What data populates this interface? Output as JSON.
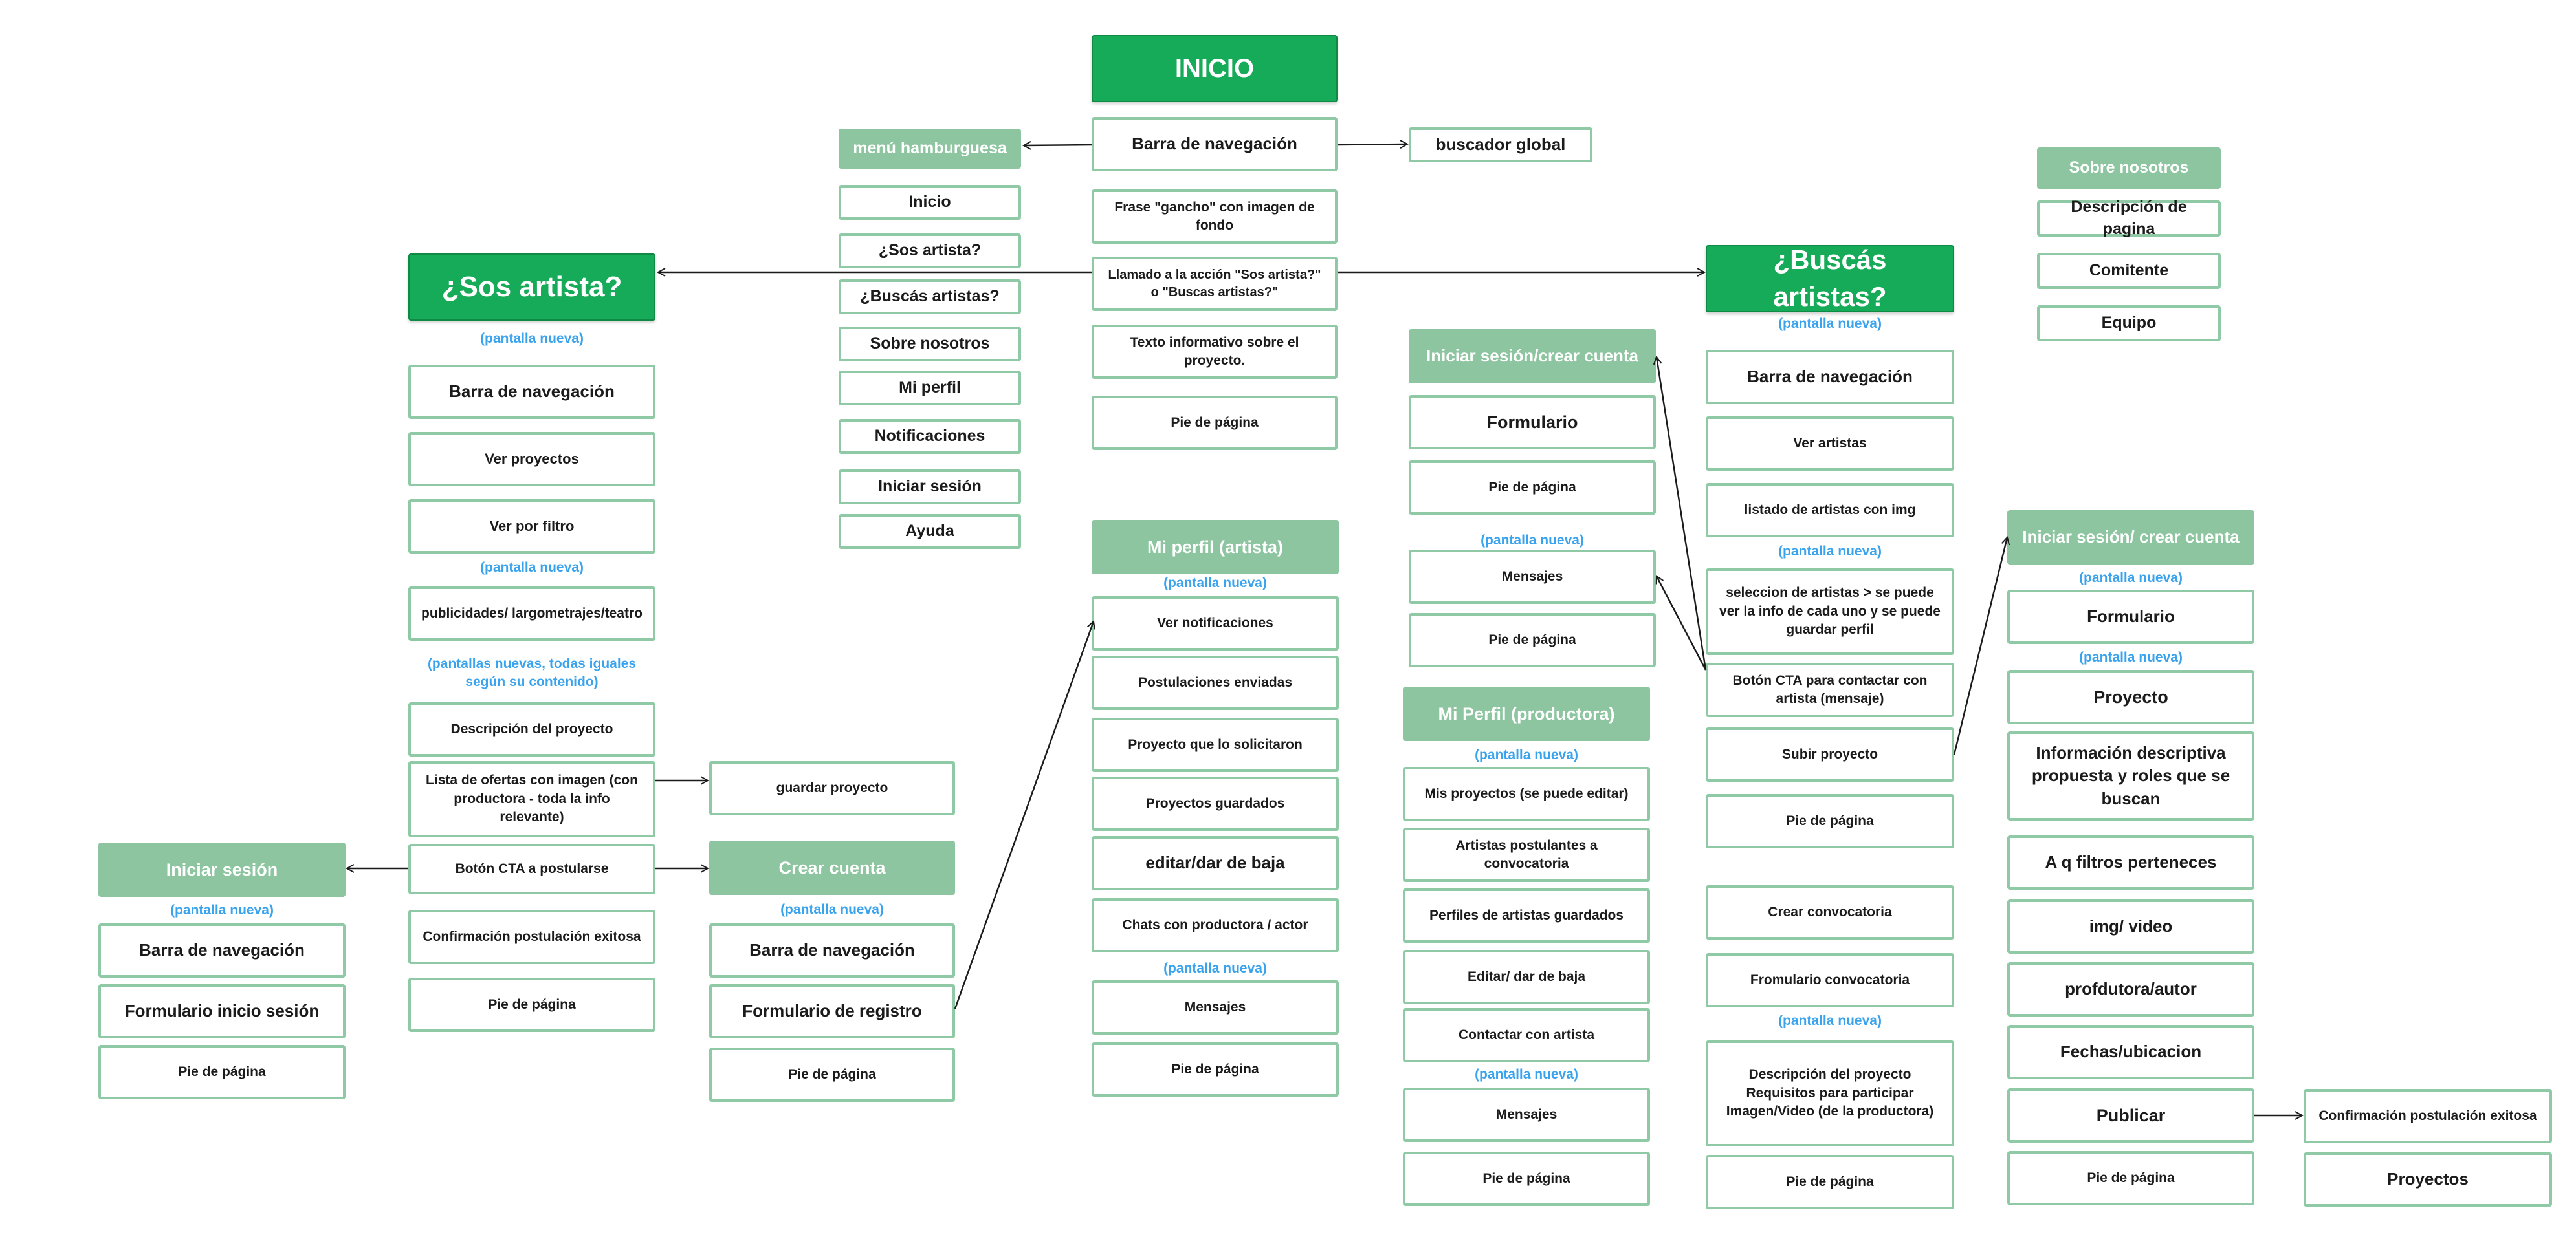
{
  "colors": {
    "head_dark": "#16ab58",
    "head_light": "#8cc59f",
    "box_border": "#8fc9a5",
    "note": "#3aa3ee",
    "arrow": "#1b1b1b"
  },
  "inicio": {
    "title": "INICIO",
    "items": [
      "Barra de navegación",
      "Frase \"gancho\" con imagen de fondo",
      "Llamado a la acción \"Sos artista?\" o \"Buscas artistas?\"",
      "Texto informativo sobre el proyecto.",
      "Pie de página"
    ],
    "search": "buscador global"
  },
  "menu": {
    "title": "menú hamburguesa",
    "items": [
      "Inicio",
      "¿Sos artista?",
      "¿Buscás artistas?",
      "Sobre nosotros",
      "Mi perfil",
      "Notificaciones",
      "Iniciar sesión",
      "Ayuda"
    ]
  },
  "about": {
    "title": "Sobre nosotros",
    "items": [
      "Descripción de pagina",
      "Comitente",
      "Equipo"
    ]
  },
  "sos_artista": {
    "title": "¿Sos artista?",
    "note_new": "(pantalla nueva)",
    "items_a": [
      "Barra de navegación",
      "Ver proyectos",
      "Ver por filtro"
    ],
    "note_new_2": "(pantalla nueva)",
    "category": "publicidades/ largometrajes/teatro",
    "note_many": "(pantallas nuevas, todas iguales según su contenido)",
    "items_b": [
      "Descripción del proyecto",
      "Lista de ofertas con imagen (con productora - toda la info relevante)",
      "Botón CTA a postularse",
      "Confirmación postulación exitosa",
      "Pie de página"
    ],
    "save": "guardar proyecto"
  },
  "login_left": {
    "title": "Iniciar sesión",
    "note": "(pantalla nueva)",
    "items": [
      "Barra de navegación",
      "Formulario inicio sesión",
      "Pie de página"
    ]
  },
  "crear_cuenta": {
    "title": "Crear cuenta",
    "note": "(pantalla nueva)",
    "items": [
      "Barra de navegación",
      "Formulario de registro",
      "Pie de página"
    ]
  },
  "perfil_artista": {
    "title": "Mi perfil (artista)",
    "note": "(pantalla nueva)",
    "items": [
      "Ver notificaciones",
      "Postulaciones enviadas",
      "Proyecto que lo solicitaron",
      "Proyectos guardados",
      "editar/dar de baja",
      "Chats con productora / actor"
    ],
    "note_2": "(pantalla nueva)",
    "items_b": [
      "Mensajes",
      "Pie de página"
    ]
  },
  "login_center": {
    "title": "Iniciar sesión/crear cuenta",
    "items": [
      "Formulario",
      "Pie de página"
    ],
    "note": "(pantalla nueva)",
    "items_b": [
      "Mensajes",
      "Pie de página"
    ]
  },
  "perfil_productora": {
    "title": "Mi Perfil (productora)",
    "note": "(pantalla nueva)",
    "items": [
      "Mis proyectos (se puede editar)",
      "Artistas postulantes a convocatoria",
      "Perfiles de artistas guardados",
      "Editar/ dar de baja",
      "Contactar con artista"
    ],
    "note_2": "(pantalla nueva)",
    "items_b": [
      "Mensajes",
      "Pie de página"
    ]
  },
  "buscas": {
    "title": "¿Buscás artistas?",
    "note": "(pantalla nueva)",
    "items_a": [
      "Barra de navegación",
      "Ver artistas",
      "listado de artistas con img"
    ],
    "note_2": "(pantalla nueva)",
    "items_b": [
      "seleccion de artistas > se puede ver la info de cada uno y se puede guardar perfil",
      "Botón CTA para contactar con artista (mensaje)",
      "Subir proyecto",
      "Pie de página"
    ],
    "items_c": [
      "Crear convocatoria",
      "Fromulario convocatoria"
    ],
    "note_3": "(pantalla nueva)",
    "items_d": [
      "Descripción del proyecto Requisitos para participar Imagen/Video (de la productora)",
      "Pie de página"
    ]
  },
  "login_right": {
    "title": "Iniciar sesión/ crear cuenta",
    "note": "(pantalla nueva)",
    "form": "Formulario",
    "note_2": "(pantalla nueva)",
    "items": [
      "Proyecto",
      "Información descriptiva propuesta y roles que se buscan",
      "A q filtros perteneces",
      "img/ video",
      "profdutora/autor",
      "Fechas/ubicacion",
      "Publicar",
      "Pie de página"
    ]
  },
  "final": {
    "items": [
      "Confirmación postulación exitosa",
      "Proyectos"
    ]
  }
}
